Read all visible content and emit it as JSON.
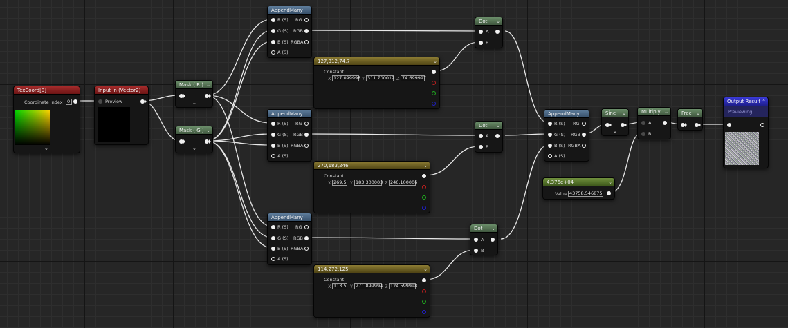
{
  "nodes": {
    "texcoord": {
      "title": "TexCoord[0]",
      "label": "Coordinate Index",
      "value": "0"
    },
    "input": {
      "title": "Input In (Vector2)",
      "label": "Preview"
    },
    "mask_r": {
      "title": "Mask ( R )"
    },
    "mask_g": {
      "title": "Mask ( G )"
    },
    "append1": {
      "title": "AppendMany",
      "inputs": [
        "R (S)",
        "G (S)",
        "B (S)",
        "A (S)"
      ],
      "outputs": [
        "RG",
        "RGB",
        "RGBA"
      ]
    },
    "append2": {
      "title": "AppendMany",
      "inputs": [
        "R (S)",
        "G (S)",
        "B (S)",
        "A (S)"
      ],
      "outputs": [
        "RG",
        "RGB",
        "RGBA"
      ]
    },
    "append3": {
      "title": "AppendMany",
      "inputs": [
        "R (S)",
        "G (S)",
        "B (S)",
        "A (S)"
      ],
      "outputs": [
        "RG",
        "RGB",
        "RGBA"
      ]
    },
    "append_final": {
      "title": "AppendMany",
      "inputs": [
        "R (S)",
        "G (S)",
        "B (S)",
        "A (S)"
      ],
      "outputs": [
        "RG",
        "RGB",
        "RGBA"
      ]
    },
    "const1": {
      "title": "127,312,74.7",
      "label": "Constant",
      "x": "127.099998",
      "y": "311.700012",
      "z": "74.699997"
    },
    "const2": {
      "title": "270,183,246",
      "label": "Constant",
      "x": "269.5",
      "y": "183.300003",
      "z": "246.100006"
    },
    "const3": {
      "title": "114,272,125",
      "label": "Constant",
      "x": "113.5",
      "y": "271.899994",
      "z": "124.599998"
    },
    "dot1": {
      "title": "Dot",
      "a": "A",
      "b": "B"
    },
    "dot2": {
      "title": "Dot",
      "a": "A",
      "b": "B"
    },
    "dot3": {
      "title": "Dot",
      "a": "A",
      "b": "B"
    },
    "sine": {
      "title": "Sine"
    },
    "multiply": {
      "title": "Multiply",
      "a": "A",
      "b": "B"
    },
    "frac": {
      "title": "Frac"
    },
    "scalar": {
      "title": "4.376e+04",
      "label": "Value",
      "value": "43758.546875"
    },
    "output": {
      "title": "Output Result",
      "label": "Previewing"
    }
  },
  "axis": {
    "x": "X",
    "y": "Y",
    "z": "Z"
  },
  "colors": {
    "wire": "#e8e8e8",
    "grid_major": "#151515",
    "grid_minor": "#2e2e2e",
    "background": "#262626"
  }
}
